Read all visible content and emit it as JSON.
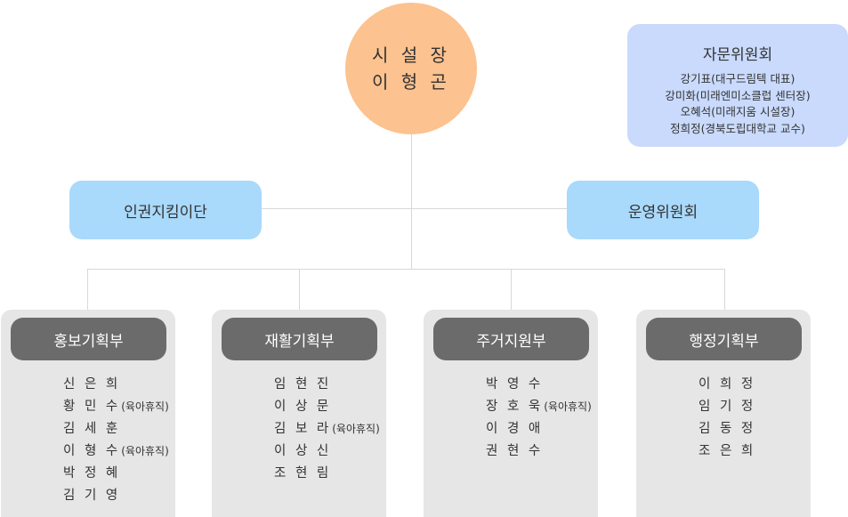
{
  "director": {
    "title": "시 설 장",
    "name": "이 형 곤"
  },
  "advisory": {
    "title": "자문위원회",
    "members": [
      "강기표(대구드림텍 대표)",
      "강미화(미래엔미소클럽 센터장)",
      "오혜석(미래지움 시설장)",
      "정희정(경북도립대학교 교수)"
    ]
  },
  "left_unit": "인권지킴이단",
  "right_unit": "운영위원회",
  "departments": [
    {
      "name": "홍보기획부",
      "staff": [
        {
          "name": "신 은 희",
          "note": ""
        },
        {
          "name": "황 민 수",
          "note": "(육아휴직)"
        },
        {
          "name": "김 세 훈",
          "note": ""
        },
        {
          "name": "이 형 수",
          "note": "(육아휴직)"
        },
        {
          "name": "박 정 혜",
          "note": ""
        },
        {
          "name": "김 기 영",
          "note": ""
        }
      ]
    },
    {
      "name": "재활기획부",
      "staff": [
        {
          "name": "임 현 진",
          "note": ""
        },
        {
          "name": "이 상 문",
          "note": ""
        },
        {
          "name": "김 보 라",
          "note": "(육아휴직)"
        },
        {
          "name": "이 상 신",
          "note": ""
        },
        {
          "name": "조 현 림",
          "note": ""
        }
      ]
    },
    {
      "name": "주거지원부",
      "staff": [
        {
          "name": "박 영 수",
          "note": ""
        },
        {
          "name": "장 호 욱",
          "note": "(육아휴직)"
        },
        {
          "name": "이 경 애",
          "note": ""
        },
        {
          "name": "권 현 수",
          "note": ""
        }
      ]
    },
    {
      "name": "행정기획부",
      "staff": [
        {
          "name": "이 희 정",
          "note": ""
        },
        {
          "name": "임 기 정",
          "note": ""
        },
        {
          "name": "김 동 정",
          "note": ""
        },
        {
          "name": "조 은 희",
          "note": ""
        }
      ]
    }
  ]
}
